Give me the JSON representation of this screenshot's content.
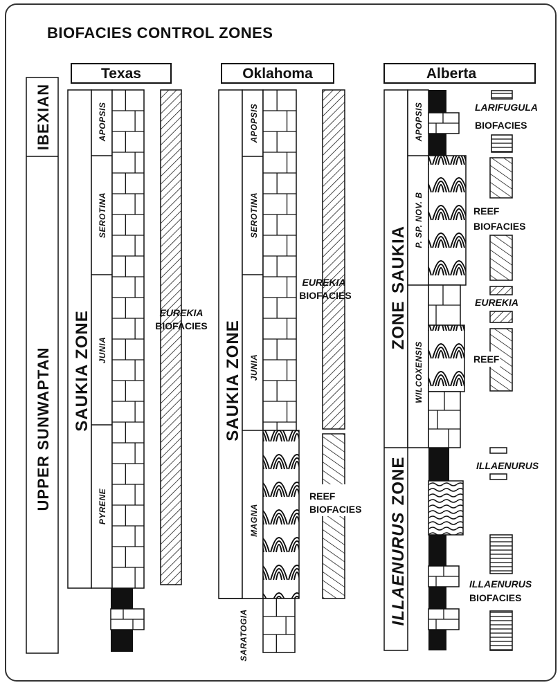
{
  "title": "BIOFACIES CONTROL ZONES",
  "regions": {
    "texas": "Texas",
    "oklahoma": "Oklahoma",
    "alberta": "Alberta"
  },
  "stages": {
    "ibexian": "IBEXIAN",
    "upper_sunwaptan": "UPPER SUNWAPTAN"
  },
  "zones": {
    "saukia_zone": "SAUKIA ZONE",
    "saukia": "SAUKIA",
    "zone": "ZONE",
    "illaenurus": "ILLAENURUS"
  },
  "subzones": {
    "apopsis": "APOPSIS",
    "serotina": "SEROTINA",
    "junia": "JUNIA",
    "pyrene": "PYRENE",
    "magna": "MAGNA",
    "saratogia": "SARATOGIA",
    "p_sp_nov_b": "P. SP. NOV. B",
    "wilcoxensis": "WILCOXENSIS"
  },
  "biofacies": {
    "eurekia": "EUREKIA",
    "biofacies": "BIOFACIES",
    "reef": "REEF",
    "larifugula": "LARIFUGULA",
    "illaenurus": "ILLAENURUS"
  },
  "colors": {
    "ink": "#111111",
    "paper": "#ffffff",
    "border": "#333333"
  }
}
